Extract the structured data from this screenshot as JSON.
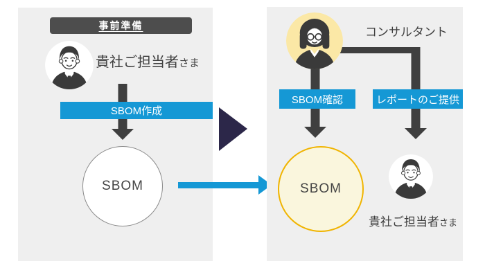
{
  "diagram": {
    "left_panel": {
      "badge_label": "事前準備",
      "person_label_main": "貴社ご担当者",
      "person_label_suffix": "さま",
      "banner_label": "SBOM作成",
      "circle_label": "SBOM"
    },
    "right_panel": {
      "consultant_label": "コンサルタント",
      "banner_confirm_label": "SBOM確認",
      "banner_report_label": "レポートのご提供",
      "circle_label": "SBOM",
      "person_label_main": "貴社ご担当者",
      "person_label_suffix": "さま"
    },
    "colors": {
      "panel_bg": "#efefef",
      "badge_bg": "#4d4d4d",
      "accent_blue": "#1598d5",
      "arrow_dark": "#3f3f3f",
      "stage_arrow_navy": "#2c2749",
      "gold_circle_border": "#f0b400",
      "gold_circle_fill": "#faf6dd",
      "consultant_circle_bg": "#fbe8a6"
    }
  }
}
